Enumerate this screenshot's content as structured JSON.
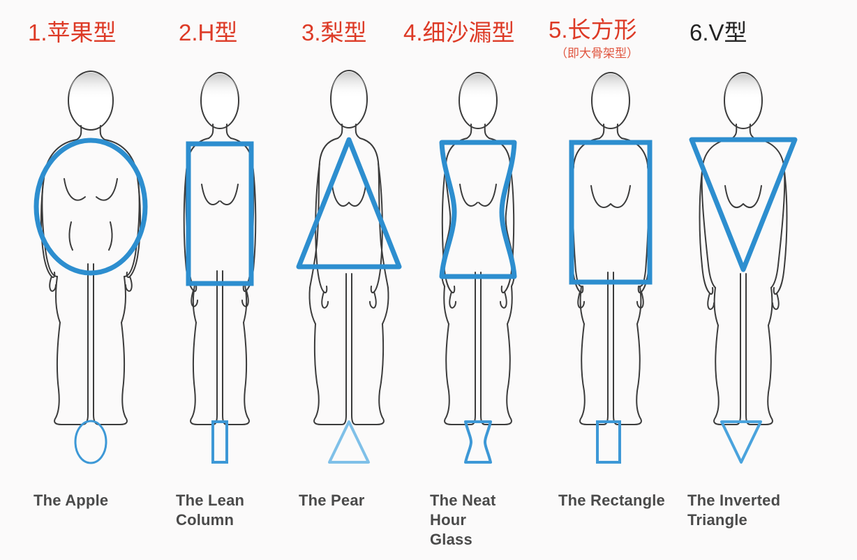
{
  "page": {
    "background_color": "#fbfafa",
    "accent_blue": "#2d8ecf",
    "accent_red": "#dd3a26",
    "outline_gray": "#3b3b3b",
    "caption_color": "#4a4a4a"
  },
  "columns": [
    {
      "index": "1",
      "title": "1.苹果型",
      "subtitle": "",
      "title_color": "#dd3a26",
      "shape_name": "oval",
      "overlay_name": "circle-overlay",
      "caption": "The Apple",
      "caption_truncated": false
    },
    {
      "index": "2",
      "title": "2.H型",
      "subtitle": "",
      "title_color": "#dd3a26",
      "shape_name": "narrow-rectangle",
      "overlay_name": "tall-rectangle-overlay",
      "caption": "The Lean\nColumn",
      "caption_truncated": false
    },
    {
      "index": "3",
      "title": "3.梨型",
      "subtitle": "",
      "title_color": "#dd3a26",
      "shape_name": "triangle-up",
      "overlay_name": "triangle-up-overlay",
      "caption": "The Pear",
      "caption_truncated": false
    },
    {
      "index": "4",
      "title": "4.细沙漏型",
      "subtitle": "",
      "title_color": "#dd3a26",
      "shape_name": "hourglass",
      "overlay_name": "hourglass-overlay",
      "caption": "The Neat Hour\nGlass",
      "caption_truncated": true
    },
    {
      "index": "5",
      "title": "5.长方形",
      "subtitle": "（即大骨架型）",
      "title_color": "#dd3a26",
      "shape_name": "rectangle",
      "overlay_name": "rectangle-overlay",
      "caption": "The Rectangle",
      "caption_truncated": false
    },
    {
      "index": "6",
      "title": "6.V型",
      "subtitle": "",
      "title_color": "#232323",
      "shape_name": "triangle-down",
      "overlay_name": "triangle-down-overlay",
      "caption": "The Inverted\nTriangle",
      "caption_truncated": false
    }
  ]
}
